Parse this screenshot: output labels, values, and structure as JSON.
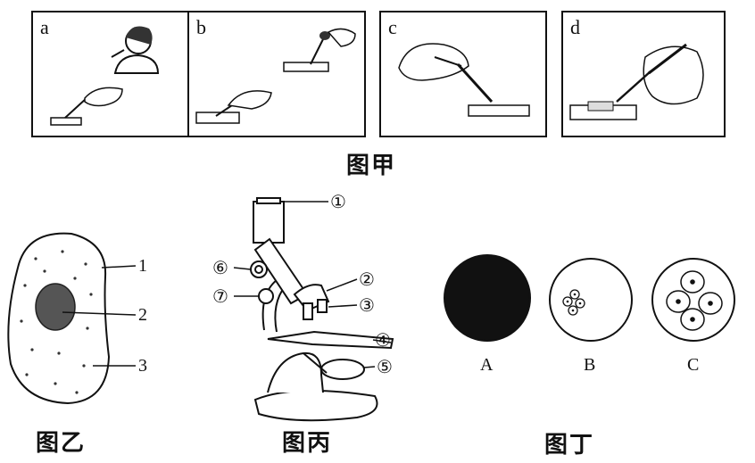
{
  "figure_jia": {
    "panels": [
      {
        "letter": "a"
      },
      {
        "letter": "b"
      },
      {
        "letter": "c"
      },
      {
        "letter": "d"
      }
    ],
    "caption": "图甲"
  },
  "figure_yi": {
    "caption": "图乙",
    "labels": [
      "1",
      "2",
      "3"
    ]
  },
  "figure_bing": {
    "caption": "图丙",
    "labels": [
      "①",
      "②",
      "③",
      "④",
      "⑤",
      "⑥",
      "⑦"
    ]
  },
  "figure_ding": {
    "caption": "图丁",
    "views": [
      {
        "label": "A"
      },
      {
        "label": "B"
      },
      {
        "label": "C"
      }
    ]
  }
}
